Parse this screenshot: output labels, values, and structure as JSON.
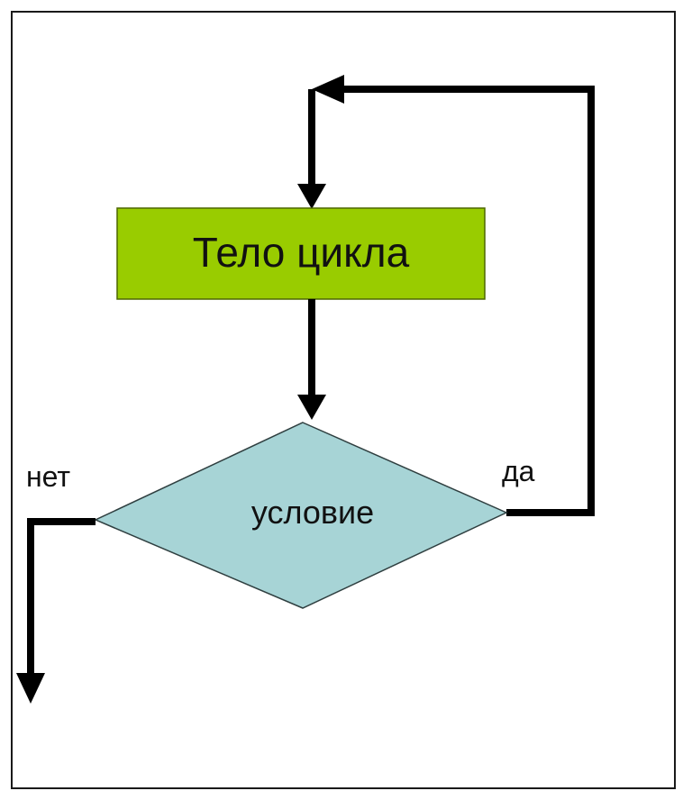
{
  "diagram": {
    "body_block": {
      "label": "Тело цикла",
      "fill": "#99cc00"
    },
    "condition": {
      "label": "условие",
      "fill": "#a7d4d6"
    },
    "branch_yes": {
      "label": "да"
    },
    "branch_no": {
      "label": "нет"
    },
    "line_color": "#000000"
  }
}
